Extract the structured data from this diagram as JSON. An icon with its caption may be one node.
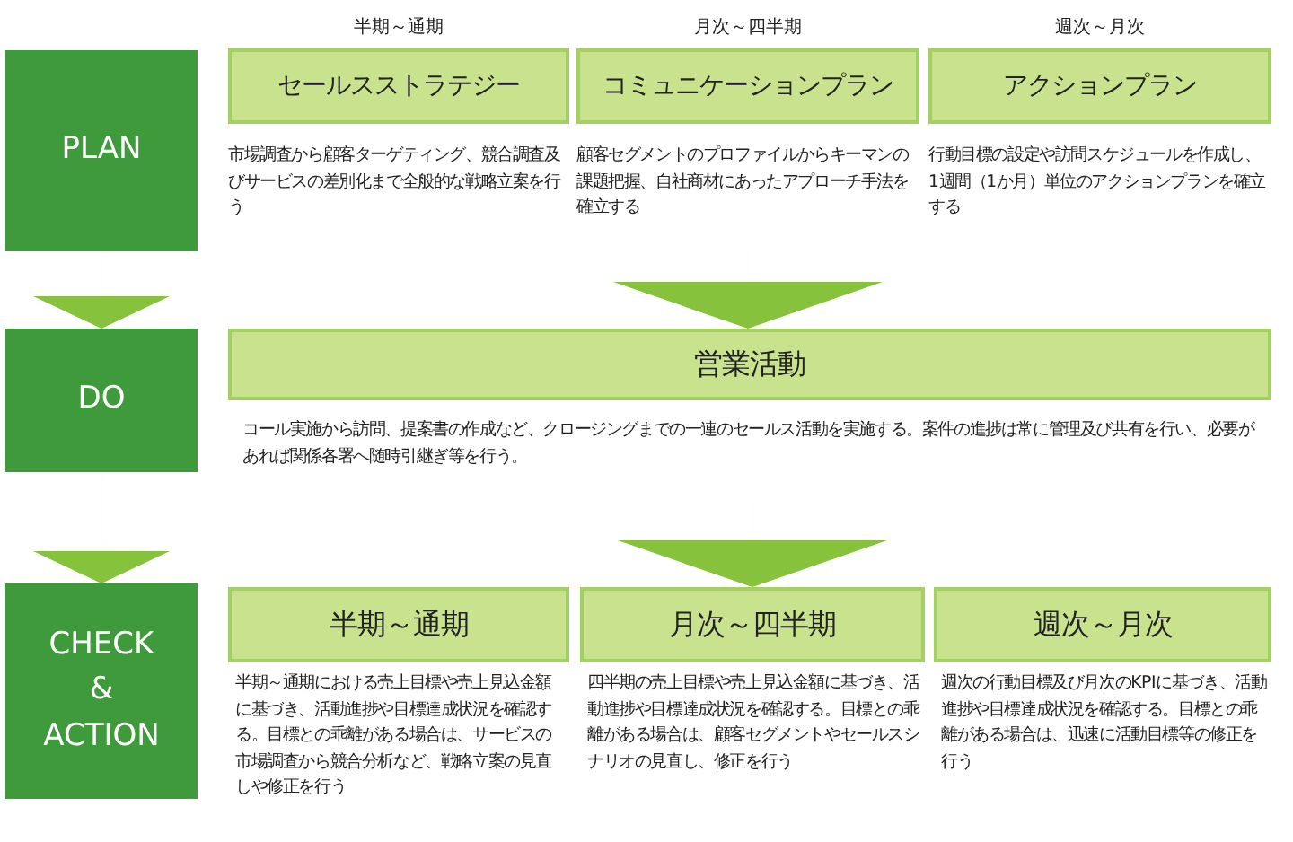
{
  "diagram": {
    "nodes": [
      {
        "text": [
          "PLAN"
        ]
      },
      {
        "text": [
          "DO"
        ]
      },
      {
        "text": [
          "CHECK & ACTION"
        ]
      },
      {
        "text": [
          "セールスストラテジー"
        ],
        "beside": [
          "半期～通期",
          "市場調査から顧客ターゲティング、競合調査及びサービスの差別化まで全般的な戦略立案を行う"
        ]
      },
      {
        "text": [
          "コミュニケーションプラン"
        ],
        "beside": [
          "月次～四半期",
          "顧客セグメントのプロファイルからキーマンの課題把握、自社商材にあったアプローチ手法を確立する"
        ]
      },
      {
        "text": [
          "アクションプラン"
        ],
        "beside": [
          "週次～月次",
          "行動目標の設定や訪問スケジュールを作成し、1週間（1か月）単位のアクションプランを確立する"
        ]
      },
      {
        "text": [
          "営業活動"
        ],
        "beside": [
          "コール実施から訪問、提案書の作成など、クロージングまでの一連のセールス活動を実施する。案件の進捗は常に管理及び共有を行い、必要があれば関係各署へ随時引継ぎ等を行う。"
        ]
      },
      {
        "text": [
          "半期～通期"
        ],
        "beside": [
          "半期～通期における売上目標や売上見込金額に基づき、活動進捗や目標達成状況を確認する。目標との乖離がある場合は、サービスの市場調査から競合分析など、戦略立案の見直しや修正を行う"
        ]
      },
      {
        "text": [
          "月次～四半期"
        ],
        "beside": [
          "四半期の売上目標や売上見込金額に基づき、活動進捗や目標達成状況を確認する。目標との乖離がある場合は、顧客セグメントやセールスシナリオの見直し、修正を行う"
        ]
      },
      {
        "text": [
          "週次～月次"
        ],
        "beside": [
          "週次の行動目標及び月次のKPIに基づき、活動進捗や目標達成状況を確認する。目標との乖離がある場合は、迅速に活動目標等の修正を行う"
        ]
      }
    ],
    "edges": [
      {
        "from": 0,
        "to": 1,
        "arrow": "to"
      },
      {
        "from": 1,
        "to": 2,
        "arrow": "to"
      },
      {
        "from": 4,
        "to": 6,
        "arrow": "to"
      },
      {
        "from": 6,
        "to": 8,
        "arrow": "to"
      }
    ]
  }
}
